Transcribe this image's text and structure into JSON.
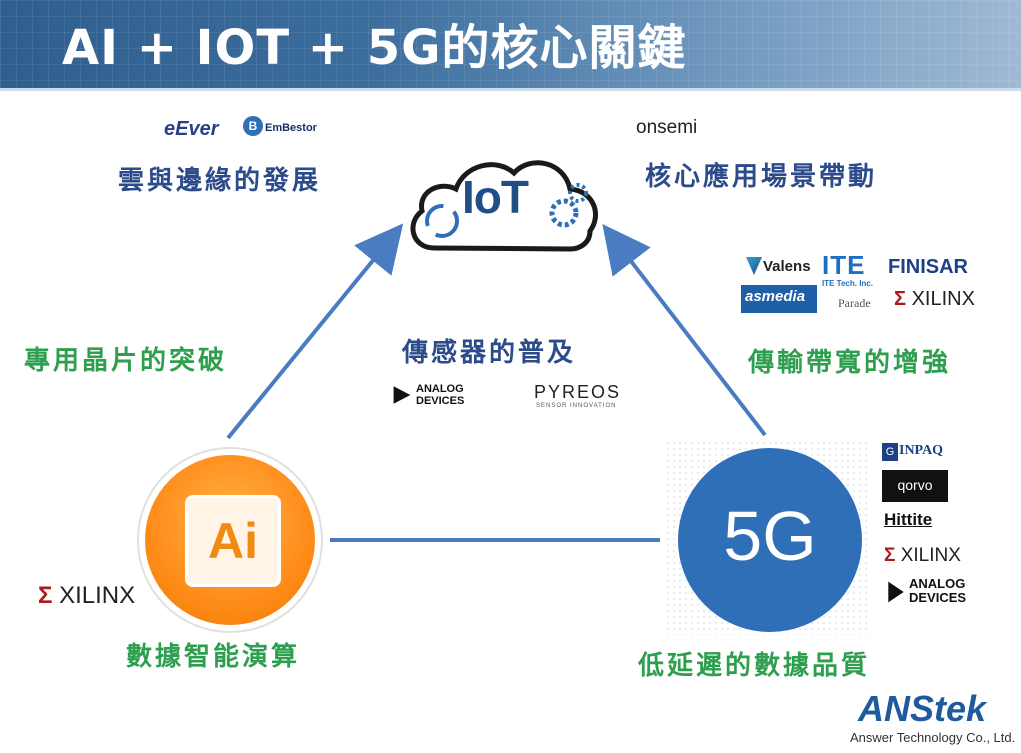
{
  "title": "AI + IOT + 5G的核心關鍵",
  "nodes": {
    "iot": {
      "label": "IoT"
    },
    "ai": {
      "label": "Ai",
      "caption": "數據智能演算"
    },
    "fiveg": {
      "label": "5G",
      "caption": "低延遲的數據品質"
    }
  },
  "labels": {
    "cloud_edge": "雲與邊緣的發展",
    "core_apps": "核心應用場景帶動",
    "chips": "專用晶片的突破",
    "sensors": "傳感器的普及",
    "bandwidth": "傳輸帶寬的增強"
  },
  "logos": {
    "eever": "eEver",
    "embestor": "EmBestor",
    "onsemi": "onsemi",
    "valens": "Valens",
    "ite": "ITE",
    "ite_sub": "ITE Tech. Inc.",
    "finisar": "FINISAR",
    "asmedia": "asmedia",
    "parade": "Parade",
    "xilinx": "XILINX",
    "analog_devices_1": "ANALOG",
    "analog_devices_2": "DEVICES",
    "pyreos": "PYREOS",
    "pyreos_sub": "SENSOR INNOVATION",
    "inpaq": "INPAQ",
    "qorvo": "qorvo",
    "hittite": "Hittite"
  },
  "company": {
    "name": "ANStek",
    "full": "Answer Technology Co., Ltd."
  },
  "colors": {
    "arrow": "#4a7cc2",
    "blue_text": "#2c4b8a",
    "green_text": "#2e9e4f",
    "ai_orange": "#ff8c1a",
    "fiveg_blue": "#2f6fb7"
  }
}
